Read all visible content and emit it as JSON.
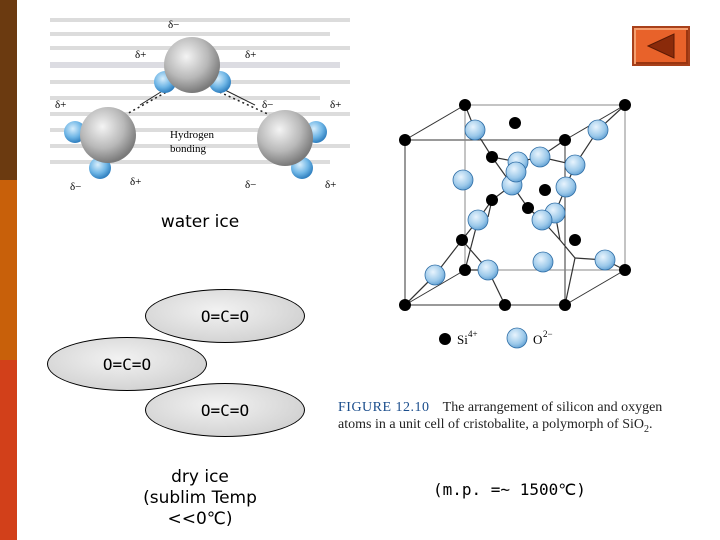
{
  "slide": {
    "nav_icon": "back-arrow-icon",
    "colors": {
      "band_top": "#6b3a10",
      "band_mid": "#c8600a",
      "band_bottom": "#d2401a",
      "nav_button": "#e8622a"
    }
  },
  "water_ice": {
    "caption": "water ice",
    "figure": {
      "delta_minus": "δ−",
      "delta_plus": "δ+",
      "bond_label_line1": "Hydrogen",
      "bond_label_line2": "bonding"
    }
  },
  "dry_ice": {
    "molecules": [
      "O=C=O",
      "O=C=O",
      "O=C=O"
    ],
    "caption_line1": "dry ice",
    "caption_line2": "(sublim Temp",
    "caption_line3": "<<0℃)"
  },
  "cristobalite": {
    "legend_si": "Si",
    "legend_si_sup": "4+",
    "legend_o": "O",
    "legend_o_sup": "2−",
    "figure_number": "FIGURE 12.10",
    "caption_line1": "The arrangement of silicon and oxygen",
    "caption_line2": "atoms in a unit cell of cristobalite, a polymorph of SiO",
    "caption_sub": "2",
    "caption_end": ".",
    "melting_point": "(m.p. =~ 1500℃)"
  }
}
